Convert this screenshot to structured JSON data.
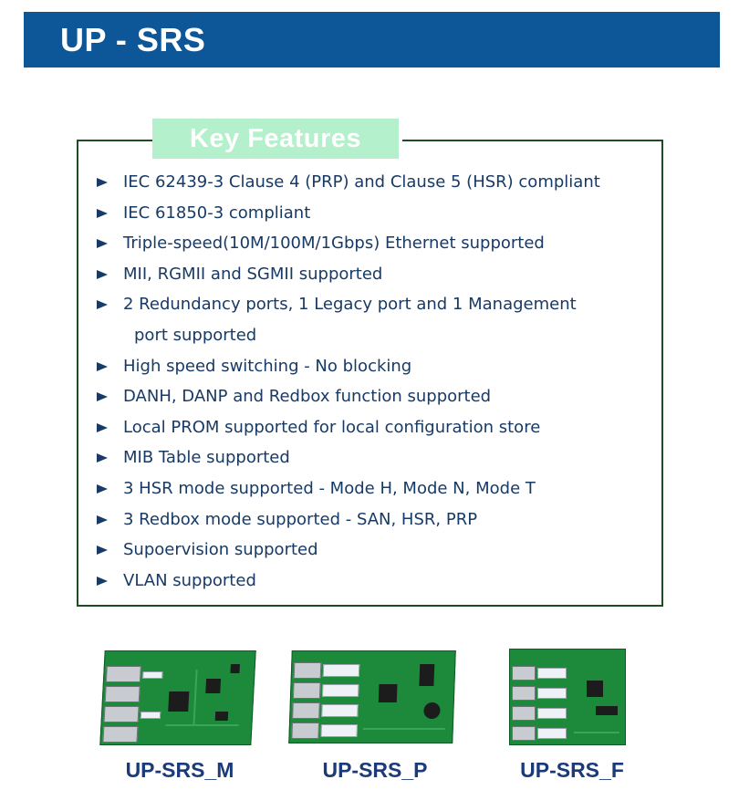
{
  "header": {
    "title": "UP - SRS"
  },
  "features": {
    "label": "Key Features",
    "items": [
      {
        "text": "IEC 62439-3 Clause 4 (PRP) and Clause 5 (HSR) compliant"
      },
      {
        "text": "IEC 61850-3 compliant"
      },
      {
        "text": "Triple-speed(10M/100M/1Gbps) Ethernet supported"
      },
      {
        "text": "MII, RGMII and SGMII supported"
      },
      {
        "text": "2 Redundancy ports, 1 Legacy port and 1 Management",
        "cont": "port supported"
      },
      {
        "text": "High speed switching - No blocking"
      },
      {
        "text": "DANH, DANP and Redbox function supported"
      },
      {
        "text": "Local PROM supported for local configuration store"
      },
      {
        "text": "MIB Table supported"
      },
      {
        "text": "3 HSR mode supported - Mode H, Mode N, Mode T"
      },
      {
        "text": "3 Redbox mode supported - SAN, HSR, PRP"
      },
      {
        "text": "Supoervision supported"
      },
      {
        "text": "VLAN supported"
      }
    ]
  },
  "products": [
    {
      "name": "UP-SRS_M"
    },
    {
      "name": "UP-SRS_P"
    },
    {
      "name": "UP-SRS_F"
    }
  ],
  "colors": {
    "header_bg": "#0d5799",
    "label_bg": "#b3f0cb",
    "box_border": "#1e4d23",
    "text": "#173a66",
    "caption": "#1a3a7a"
  },
  "icons": {
    "bullet": "right-triangle-bullet-icon"
  }
}
